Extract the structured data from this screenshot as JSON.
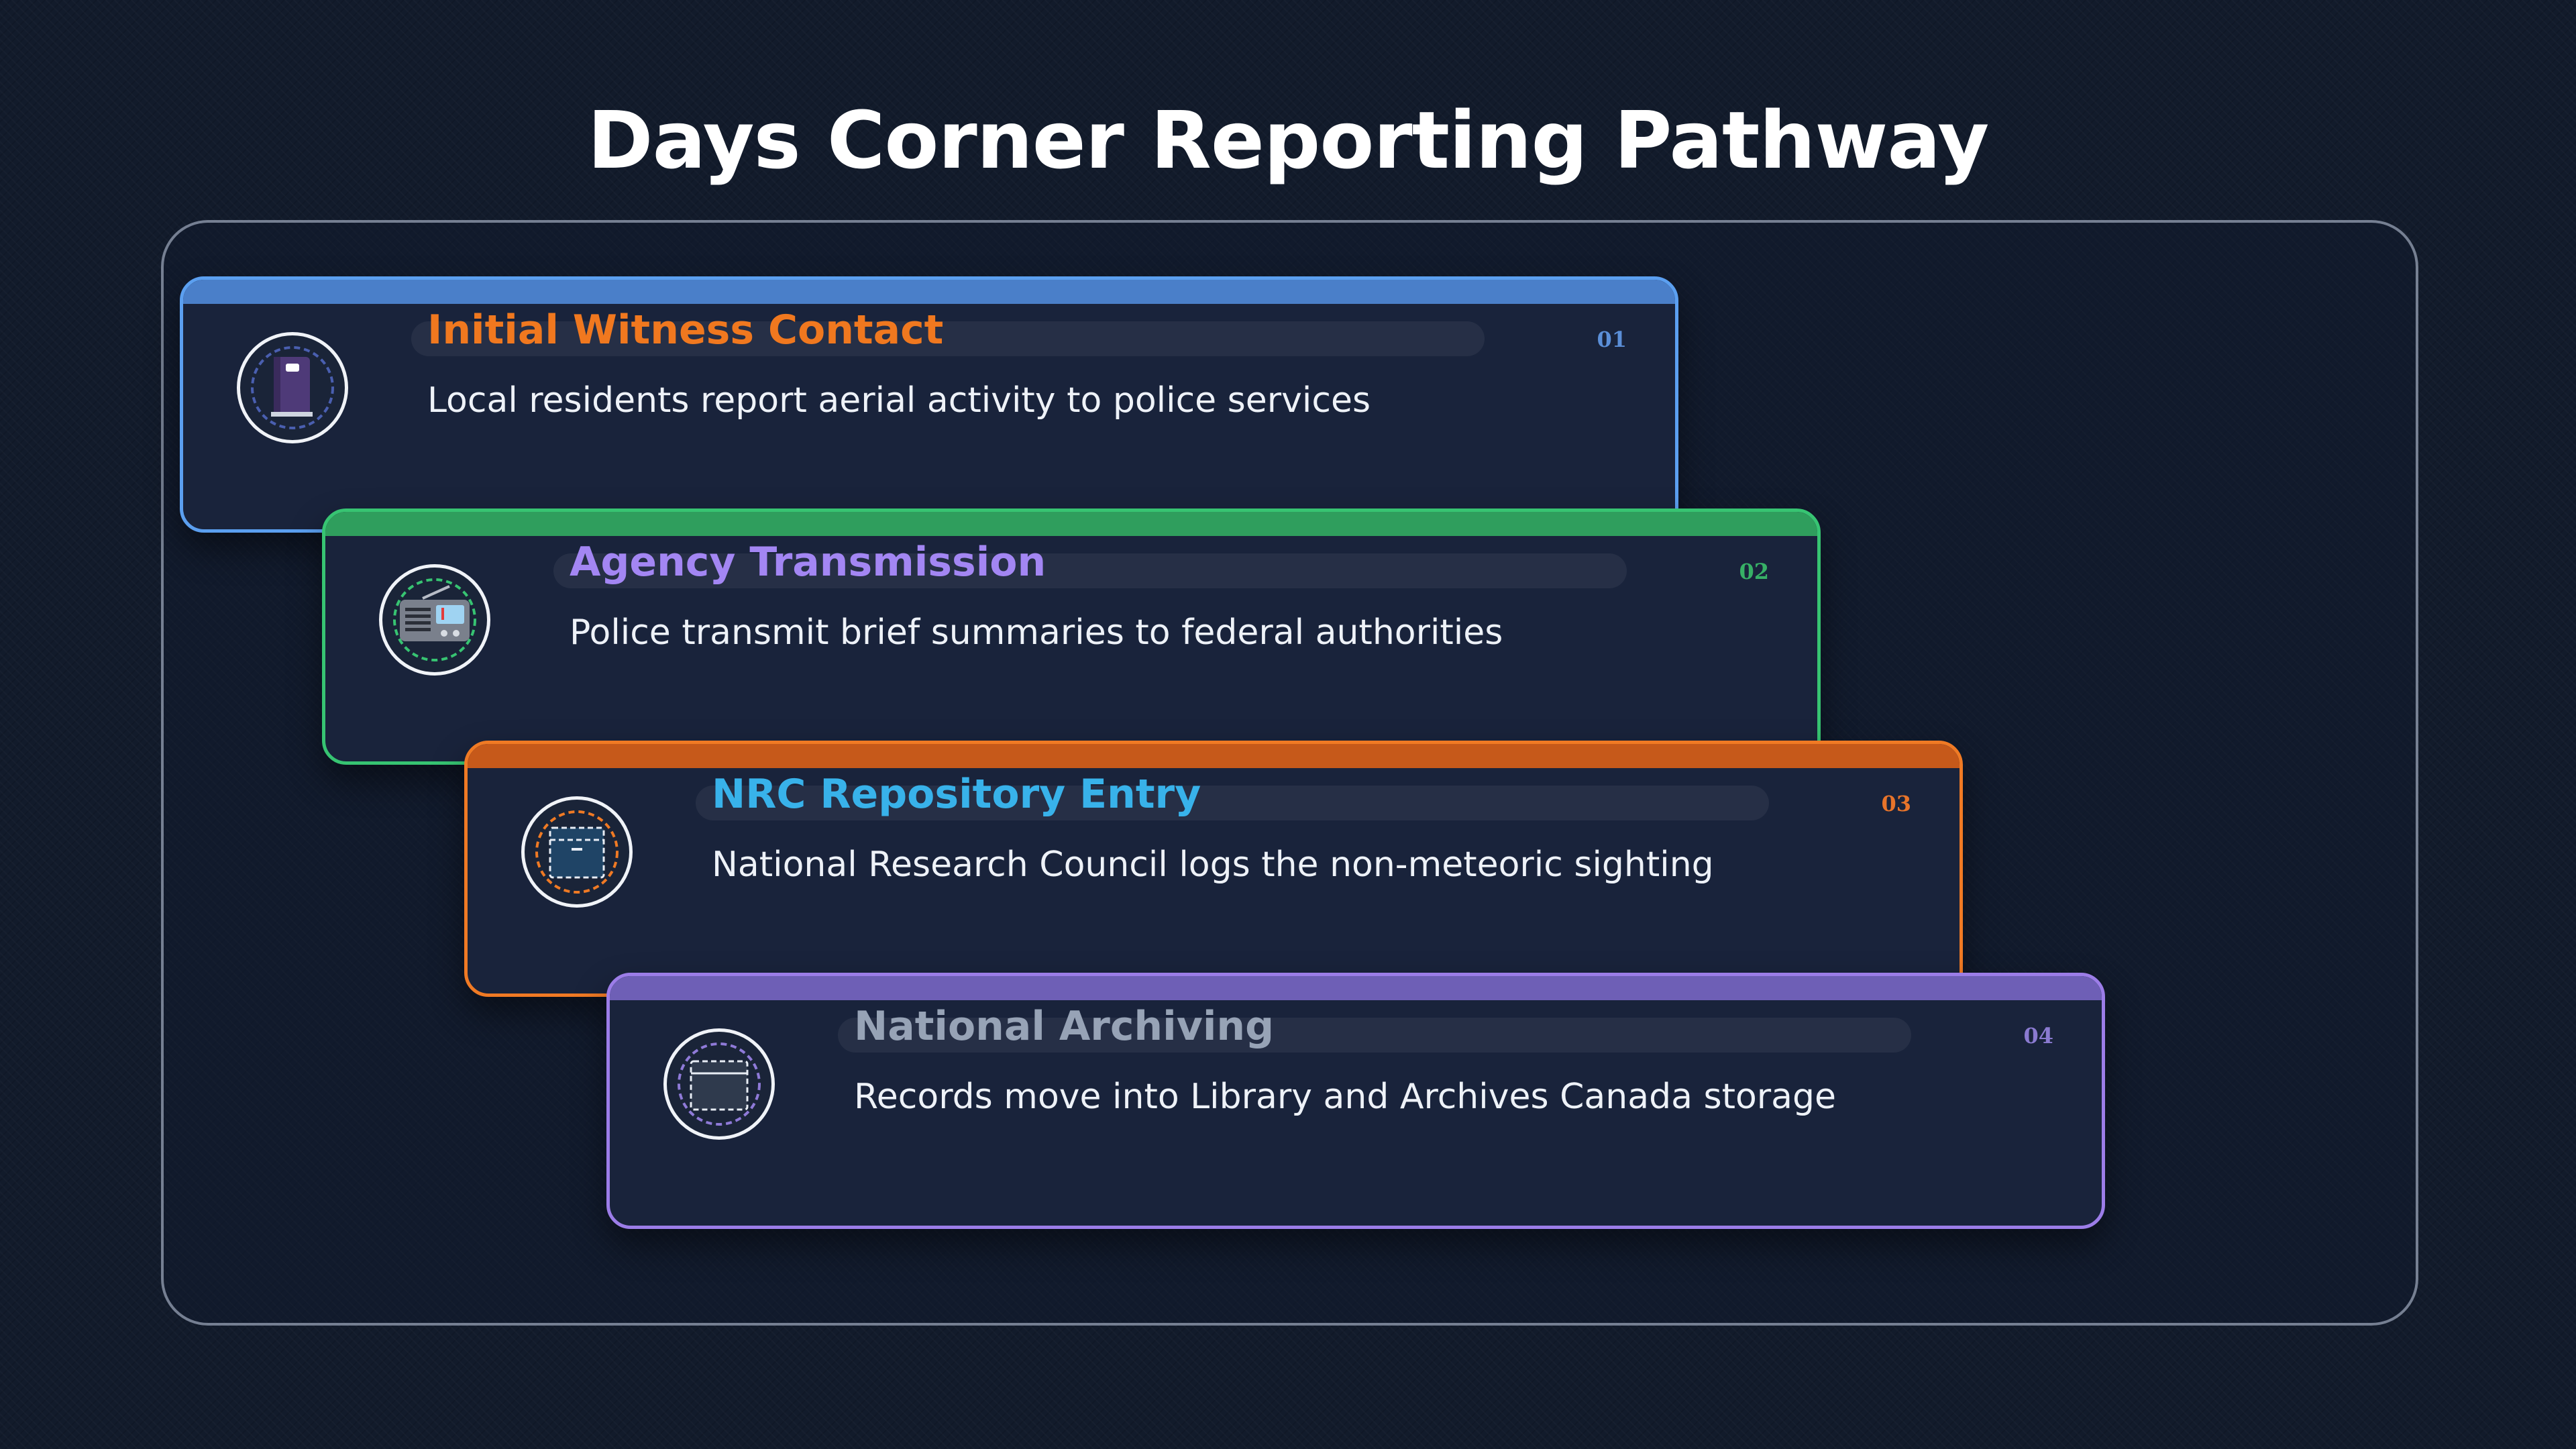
{
  "title": "Days Corner Reporting Pathway",
  "steps": [
    {
      "number": "01",
      "heading": "Initial Witness Contact",
      "description": "Local residents report aerial activity to police services",
      "icon": "book-icon",
      "border_color": "#5b9ff0",
      "heading_color": "#f0781f"
    },
    {
      "number": "02",
      "heading": "Agency Transmission",
      "description": "Police transmit brief summaries to federal authorities",
      "icon": "radio-icon",
      "border_color": "#37c472",
      "heading_color": "#a386f3"
    },
    {
      "number": "03",
      "heading": "NRC Repository Entry",
      "description": "National Research Council logs the non-meteoric sighting",
      "icon": "filing-box-icon",
      "border_color": "#f07a24",
      "heading_color": "#38b2ea"
    },
    {
      "number": "04",
      "heading": "National Archiving",
      "description": "Records move into Library and Archives Canada storage",
      "icon": "archive-box-icon",
      "border_color": "#9c7de8",
      "heading_color": "#97a3b6"
    }
  ]
}
